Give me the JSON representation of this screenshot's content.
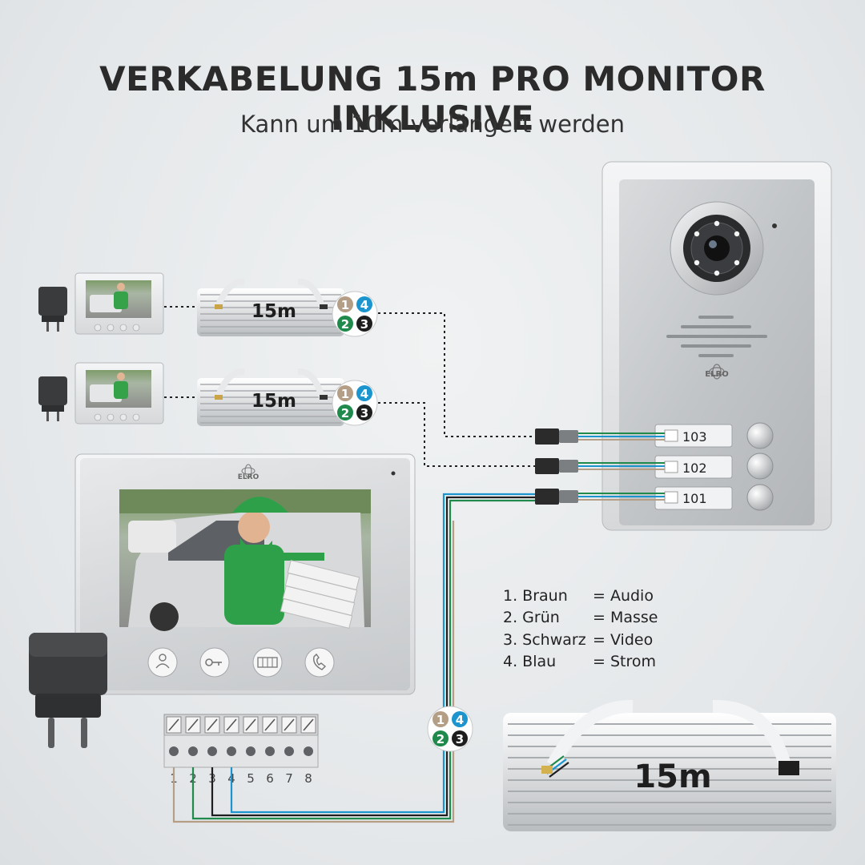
{
  "title": "VERKABELUNG 15m PRO MONITOR INKLUSIVE",
  "subtitle": "Kann um 10m verlängert werden",
  "cables": [
    {
      "length_label": "15m"
    },
    {
      "length_label": "15m"
    },
    {
      "length_label": "15m"
    }
  ],
  "wire_badges": [
    {
      "brown": "1",
      "blue": "4",
      "green": "2",
      "black": "3"
    },
    {
      "brown": "1",
      "blue": "4",
      "green": "2",
      "black": "3"
    },
    {
      "brown": "1",
      "blue": "4",
      "green": "2",
      "black": "3"
    }
  ],
  "doorbell": {
    "brand": "ELRO",
    "buttons": [
      {
        "label": "103"
      },
      {
        "label": "102"
      },
      {
        "label": "101"
      }
    ]
  },
  "monitor": {
    "brand": "ELRO"
  },
  "terminal_numbers": [
    "1",
    "2",
    "3",
    "4",
    "5",
    "6",
    "7",
    "8"
  ],
  "legend": [
    {
      "num": "1. Braun",
      "meaning": "= Audio"
    },
    {
      "num": "2. Grün",
      "meaning": "= Masse"
    },
    {
      "num": "3. Schwarz",
      "meaning": "= Video"
    },
    {
      "num": "4. Blau",
      "meaning": "= Strom"
    }
  ],
  "colors": {
    "brown": "#b49f86",
    "blue": "#1c95cf",
    "green": "#1f8a4c",
    "black": "#1e1e1e",
    "silver": "#c9cbcd",
    "title": "#2b2b2b"
  },
  "icons": [
    "power-adapter-icon",
    "camera-lens-icon",
    "speaker-grille-icon",
    "elro-logo-icon",
    "person-icon",
    "key-icon",
    "gate-icon",
    "phone-icon"
  ]
}
